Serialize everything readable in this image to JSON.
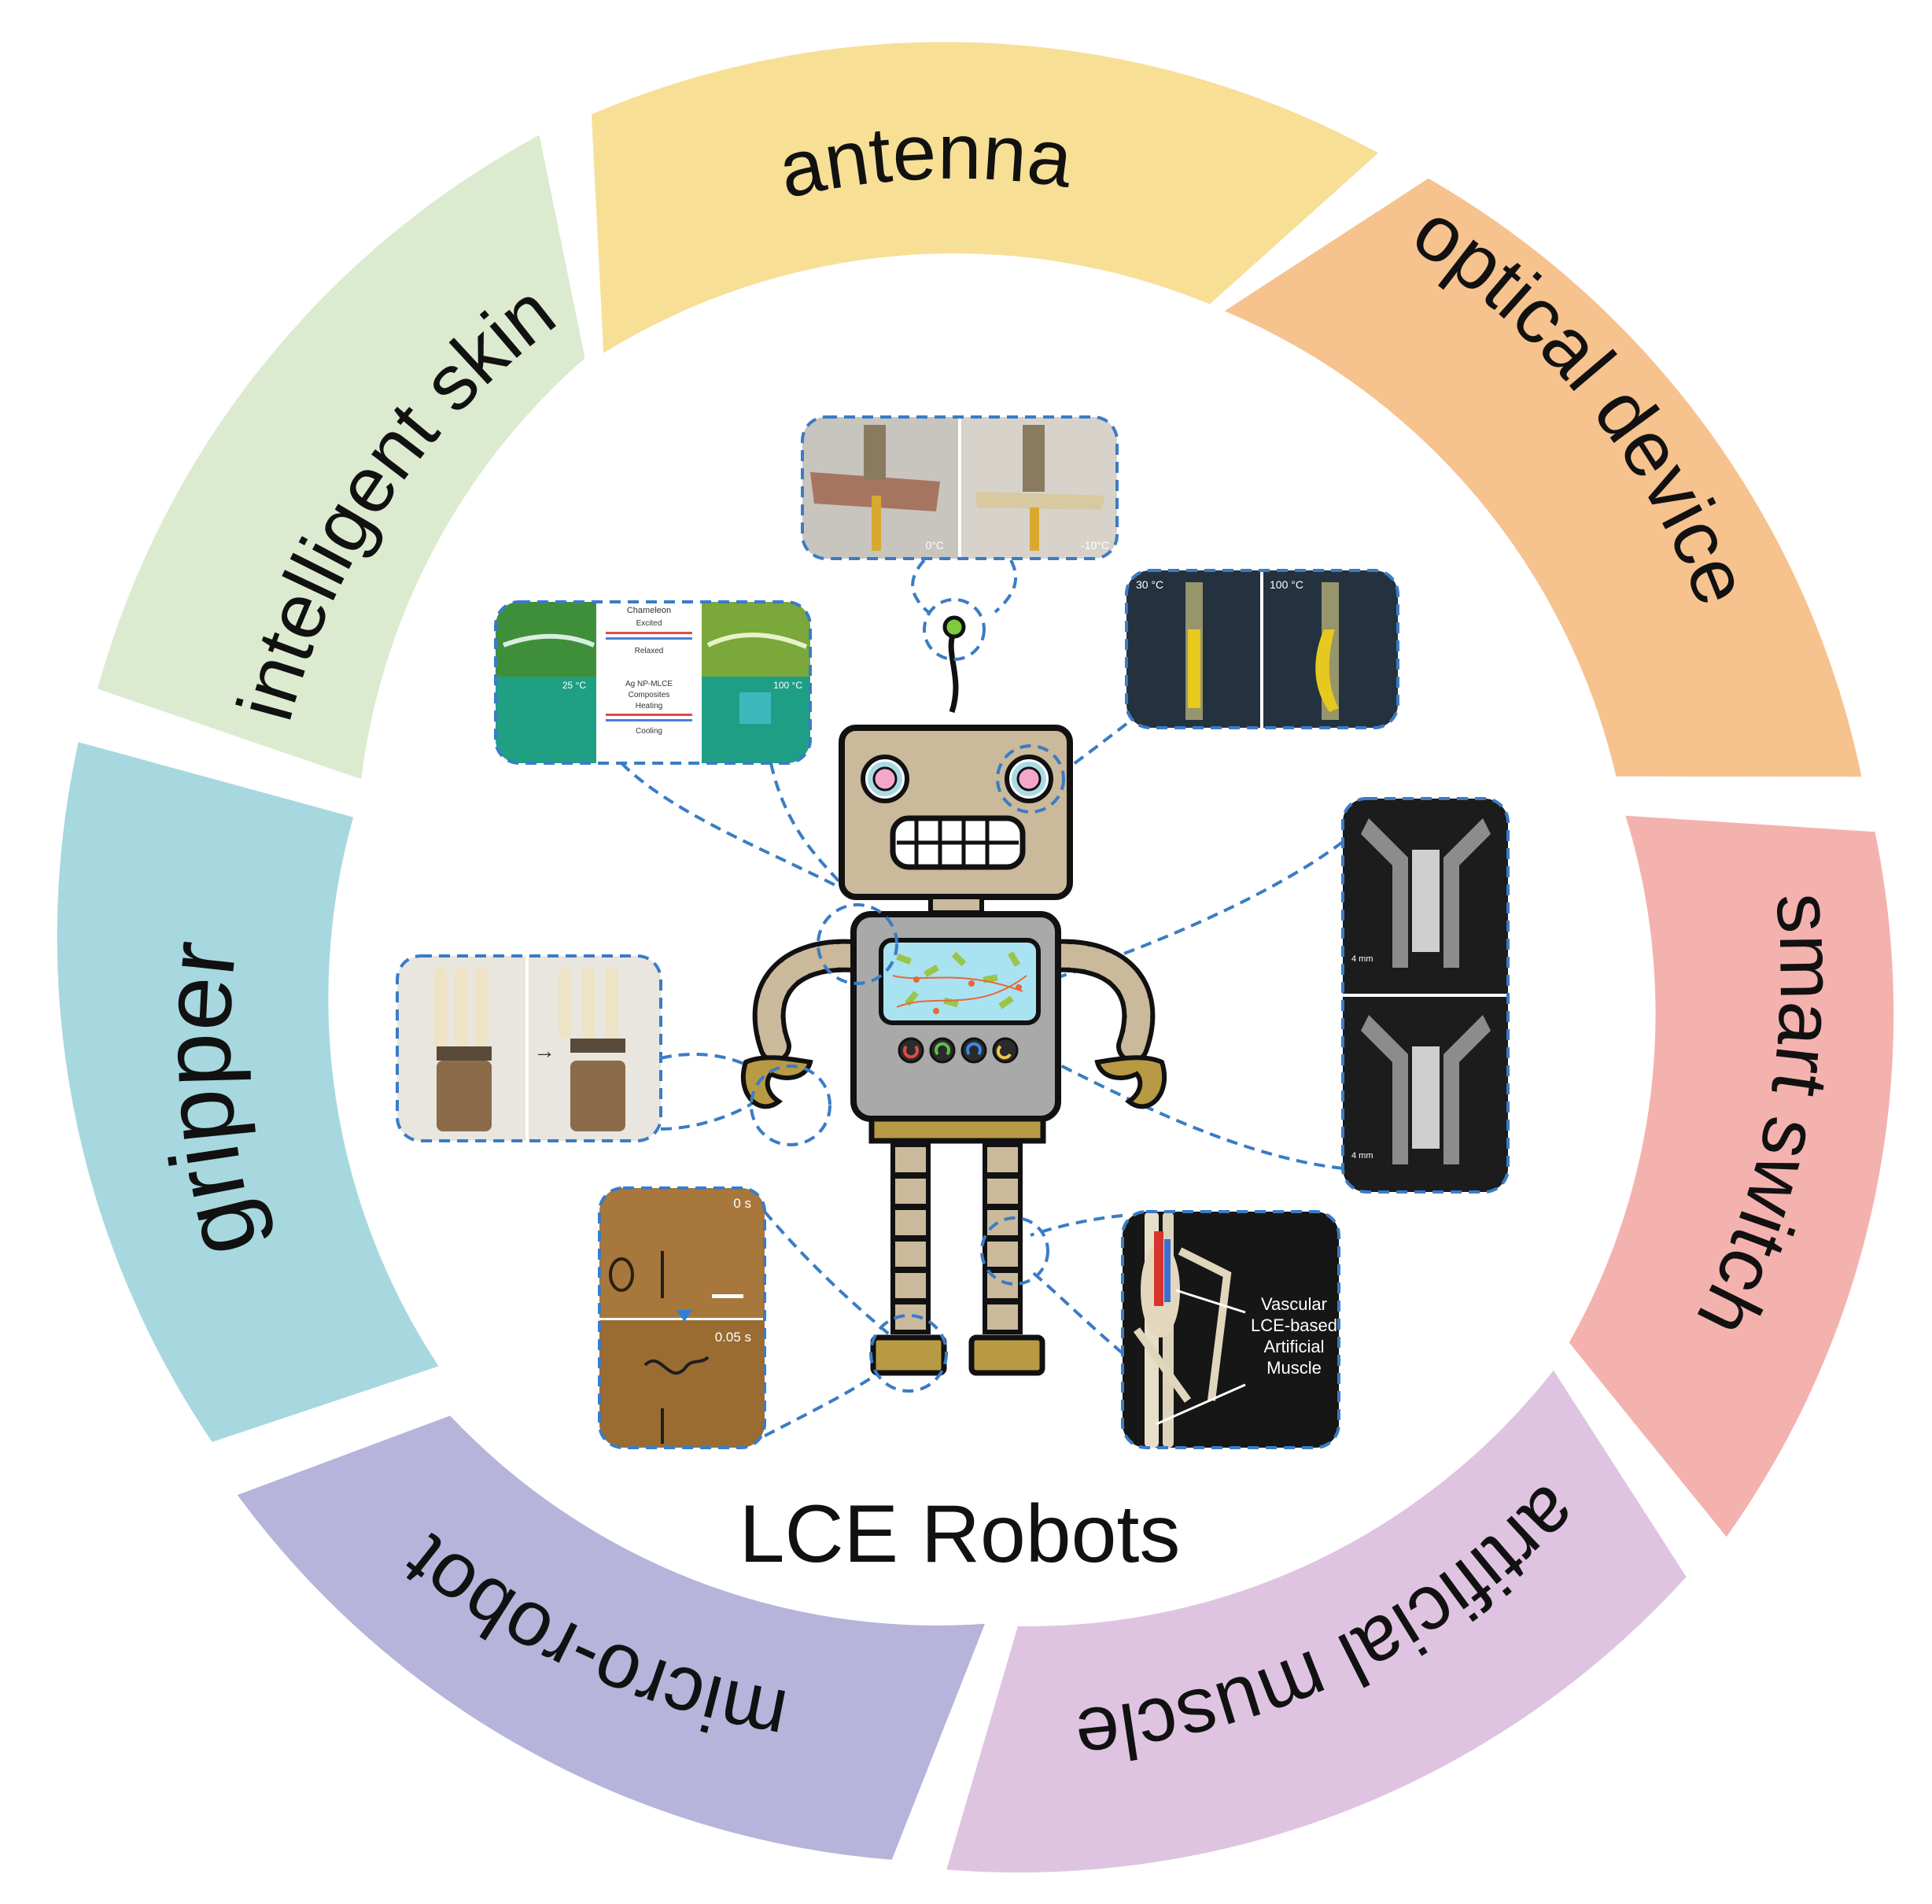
{
  "title": "LCE Robots",
  "colors": {
    "intelligent_skin": "#dcebcf",
    "antenna": "#f7df96",
    "optical_device": "#f6c28e",
    "smart_switch": "#f4b2ae",
    "artificial_muscle": "#dfc4e2",
    "micro_robot": "#b6b4db",
    "gripper": "#a7d8e0",
    "callout": "#3a7cc6",
    "robot_body": "#a9a9a9",
    "robot_head": "#cbb99b",
    "robot_gold": "#b89a44"
  },
  "ring": [
    {
      "key": "antenna",
      "label": "antenna"
    },
    {
      "key": "optical_device",
      "label": "optical device"
    },
    {
      "key": "smart_switch",
      "label": "smart switch"
    },
    {
      "key": "artificial_muscle",
      "label": "artificial muscle"
    },
    {
      "key": "micro_robot",
      "label": "micro-robot"
    },
    {
      "key": "gripper",
      "label": "gripper"
    },
    {
      "key": "intelligent_skin",
      "label": "intelligent skin"
    }
  ],
  "panels": {
    "skin": {
      "top_label": "Chameleon",
      "row1": "Excited",
      "row2": "Relaxed",
      "mid_label": "Ag NP-MLCE",
      "row3": "Composites",
      "row4": "Heating",
      "row5": "Cooling",
      "temp_left": "25 °C",
      "temp_right": "100 °C"
    },
    "optical": {
      "temp_left": "30 °C",
      "temp_right": "100 °C"
    },
    "antenna": {
      "temp_left": "0°C",
      "temp_right": "-10°C"
    },
    "switch": {
      "scale_top": "4 mm",
      "scale_bottom": "4 mm"
    },
    "muscle": {
      "line1": "Vascular",
      "line2": "LCE-based",
      "line3": "Artificial",
      "line4": "Muscle"
    },
    "micro": {
      "time_top": "0 s",
      "time_bottom": "0.05 s"
    },
    "gripper": {
      "arrow": "→"
    }
  }
}
